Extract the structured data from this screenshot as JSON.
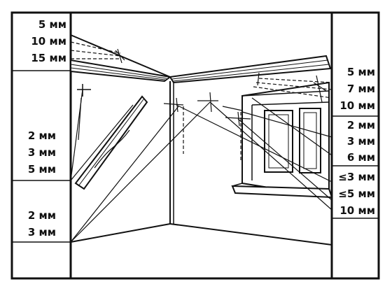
{
  "labels": {
    "left_top": [
      "5 мм",
      "10 мм",
      "15 мм"
    ],
    "left_middle": [
      "2 мм",
      "3 мм",
      "5 мм"
    ],
    "left_bottom": [
      "2 мм",
      "3 мм"
    ],
    "right_top": [
      "5 мм",
      "7 мм",
      "10 мм"
    ],
    "right_middle": [
      "2 мм",
      "3 мм",
      "6 мм"
    ],
    "right_bottom": [
      "≤3 мм",
      "≤5 мм",
      "10 мм"
    ]
  },
  "colors": {
    "line": "#111111",
    "background": "#ffffff"
  }
}
